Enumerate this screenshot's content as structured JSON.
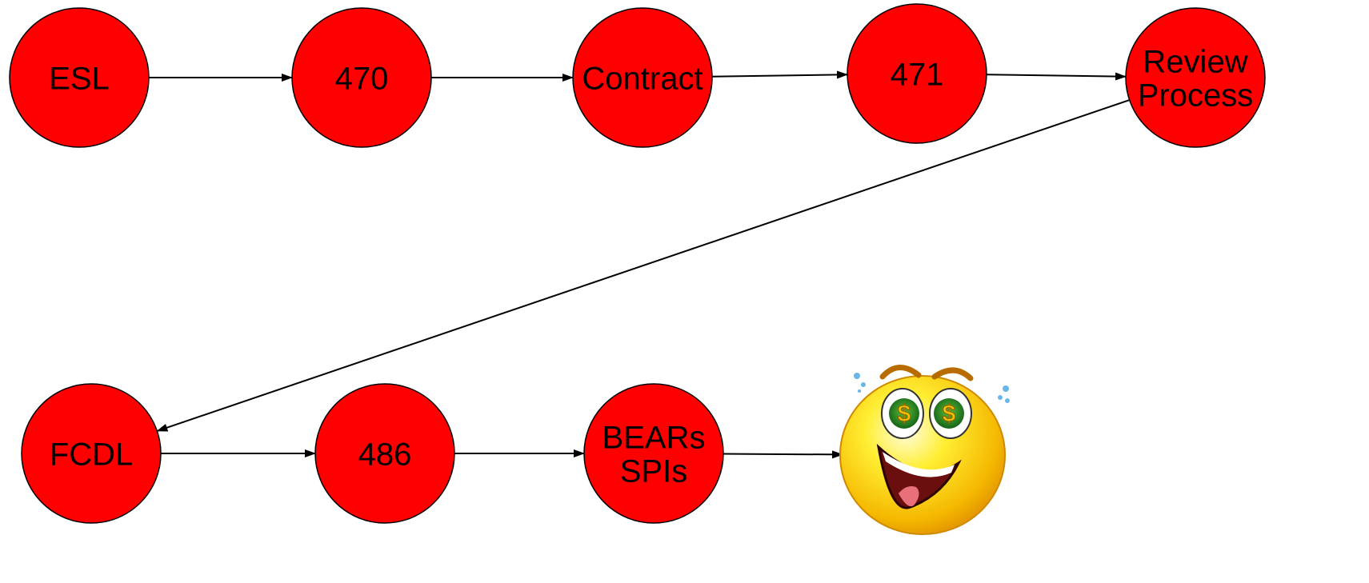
{
  "colors": {
    "node_fill": "#ff0000",
    "node_stroke": "#000000",
    "arrow": "#000000",
    "background": "#ffffff"
  },
  "nodes": [
    {
      "id": "esl",
      "lines": [
        "ESL"
      ]
    },
    {
      "id": "470",
      "lines": [
        "470"
      ]
    },
    {
      "id": "contract",
      "lines": [
        "Contract"
      ]
    },
    {
      "id": "471",
      "lines": [
        "471"
      ]
    },
    {
      "id": "review-process",
      "lines": [
        "Review",
        "Process"
      ]
    },
    {
      "id": "fcdl",
      "lines": [
        "FCDL"
      ]
    },
    {
      "id": "486",
      "lines": [
        "486"
      ]
    },
    {
      "id": "bears-spis",
      "lines": [
        "BEARs",
        "SPIs"
      ]
    }
  ],
  "edges": [
    {
      "from": "esl",
      "to": "470"
    },
    {
      "from": "470",
      "to": "contract"
    },
    {
      "from": "contract",
      "to": "471"
    },
    {
      "from": "471",
      "to": "review-process"
    },
    {
      "from": "review-process",
      "to": "fcdl"
    },
    {
      "from": "fcdl",
      "to": "486"
    },
    {
      "from": "486",
      "to": "bears-spis"
    },
    {
      "from": "bears-spis",
      "to": "money-smiley"
    }
  ],
  "end_image": {
    "icon": "money-eyes-smiley-icon"
  }
}
